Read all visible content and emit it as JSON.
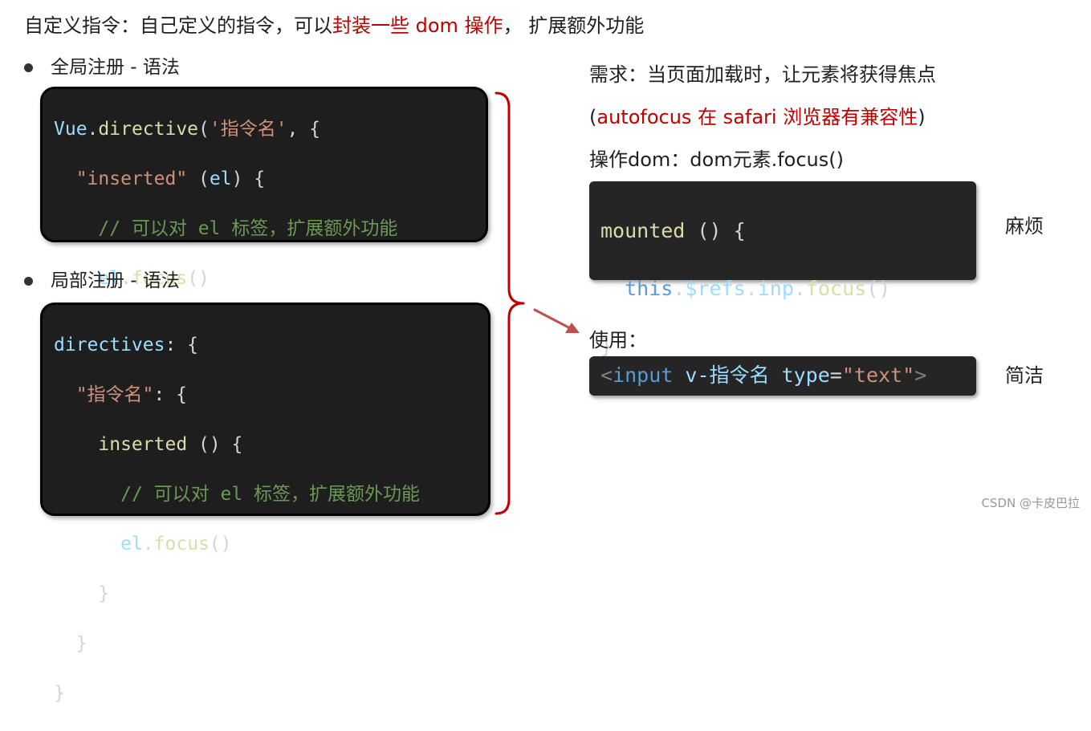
{
  "headline": {
    "prefix": "自定义指令：自己定义的指令，可以",
    "highlight": "封装一些 dom 操作",
    "suffix": "， 扩展额外功能"
  },
  "global_section": {
    "title": "全局注册 - 语法",
    "code": {
      "l1_obj": "Vue",
      "l1_dot": ".",
      "l1_fn": "directive",
      "l1_paren": "(",
      "l1_str": "'指令名'",
      "l1_rest": ", {",
      "l2_str": "\"inserted\"",
      "l2_open": " (",
      "l2_param": "el",
      "l2_close": ") {",
      "l3_cmt": "// 可以对 el 标签，扩展额外功能",
      "l4_obj": "el",
      "l4_dot": ".",
      "l4_fn": "focus",
      "l4_rest": "()",
      "l5": "}",
      "l6": "})"
    }
  },
  "local_section": {
    "title": "局部注册 - 语法",
    "code": {
      "l1_key": "directives",
      "l1_rest": ": {",
      "l2_str": "\"指令名\"",
      "l2_rest": ": {",
      "l3_fn": "inserted",
      "l3_rest": " () {",
      "l4_cmt": "// 可以对 el 标签，扩展额外功能",
      "l5_obj": "el",
      "l5_dot": ".",
      "l5_fn": "focus",
      "l5_rest": "()",
      "l6": "}",
      "l7": "}",
      "l8": "}"
    }
  },
  "right": {
    "requirement": "需求：当页面加载时，让元素将获得焦点",
    "note_open": "(",
    "note_red": "autofocus 在 safari 浏览器有兼容性",
    "note_close": ")",
    "operation": "操作dom：dom元素.focus()",
    "mounted_code": {
      "l1_fn": "mounted",
      "l1_rest": " () {",
      "l2_this": "this",
      "l2_dot1": ".",
      "l2_refs": "$refs",
      "l2_dot2": ".",
      "l2_inp": "inp",
      "l2_dot3": ".",
      "l2_fn": "focus",
      "l2_rest": "()",
      "l3": "}"
    },
    "mounted_label": "麻烦",
    "usage_label": "使用：",
    "usage_code": {
      "lt": "<",
      "tag": "input",
      "space": " ",
      "directive": "v-指令名",
      "space2": " ",
      "attr": "type",
      "eq": "=",
      "val": "\"text\"",
      "gt": ">"
    },
    "usage_result": "简洁"
  },
  "watermark": "CSDN @卡皮巴拉",
  "colors": {
    "highlight_red": "#c00000",
    "bracket_red": "#c00000",
    "arrow_red": "#c0504d",
    "code_bg": "#1e1e1e"
  }
}
